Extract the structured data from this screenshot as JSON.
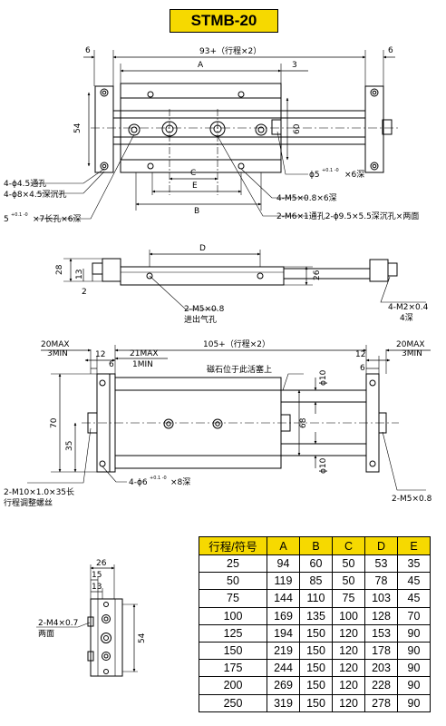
{
  "title": "STMB-20",
  "view1": {
    "dim_left": "6",
    "dim_total": "93+（行程×2）",
    "dim_right": "6",
    "dim_a": "A",
    "dim_3": "3",
    "dim_54": "54",
    "dim_60": "60",
    "dim_c": "C",
    "dim_e": "E",
    "dim_b": "B",
    "note_hole_a": "4-ϕ4.5通孔",
    "note_hole_b": "4-ϕ8×4.5深沉孔",
    "note_slot": "5",
    "note_slot_tol": "+0.1 -0",
    "note_slot_rest": "×7长孔×6深",
    "note_pin": "ϕ5",
    "note_pin_tol": "+0.1 -0",
    "note_pin_rest": "×6深",
    "note_m5": "4-M5×0.8×6深",
    "note_m6": "2-M6×1通孔2-ϕ9.5×5.5深沉孔×两面"
  },
  "view2": {
    "dim_d": "D",
    "dim_28": "28",
    "dim_2": "2",
    "dim_13": "13",
    "dim_26": "26",
    "note_port_a": "2-M5×0.8",
    "note_port_b": "进出气孔",
    "note_m2_a": "4-M2×0.4",
    "note_m2_b": "4深"
  },
  "view3": {
    "max_l": "20MAX",
    "min_l": "3MIN",
    "max_r": "20MAX",
    "min_r": "3MIN",
    "dim_12l": "12",
    "dim_6l": "6",
    "dim_21": "21MAX",
    "dim_1min": "1MIN",
    "dim_total": "105+（行程×2）",
    "dim_12r": "12",
    "dim_6r": "6",
    "dim_70": "70",
    "dim_35": "35",
    "dim_68": "68",
    "dim_phi10a": "ϕ10",
    "dim_phi10b": "ϕ10",
    "note_magnet": "磁石位于此活塞上",
    "note_phi6": "4-ϕ6",
    "note_phi6_tol": "+0.1 -0",
    "note_phi6_rest": "×8深",
    "note_m10_a": "2-M10×1.0×35长",
    "note_m10_b": "行程调整螺丝",
    "note_m5": "2-M5×0.8"
  },
  "view4": {
    "dim_26": "26",
    "dim_15": "15",
    "dim_13": "13",
    "dim_54": "54",
    "note_a": "2-M4×0.7",
    "note_b": "两面"
  },
  "table": {
    "headers": [
      "行程/符号",
      "A",
      "B",
      "C",
      "D",
      "E"
    ],
    "rows": [
      [
        "25",
        "94",
        "60",
        "50",
        "53",
        "35"
      ],
      [
        "50",
        "119",
        "85",
        "50",
        "78",
        "45"
      ],
      [
        "75",
        "144",
        "110",
        "75",
        "103",
        "45"
      ],
      [
        "100",
        "169",
        "135",
        "100",
        "128",
        "70"
      ],
      [
        "125",
        "194",
        "150",
        "120",
        "153",
        "90"
      ],
      [
        "150",
        "219",
        "150",
        "120",
        "178",
        "90"
      ],
      [
        "175",
        "244",
        "150",
        "120",
        "203",
        "90"
      ],
      [
        "200",
        "269",
        "150",
        "120",
        "228",
        "90"
      ],
      [
        "250",
        "319",
        "150",
        "120",
        "278",
        "90"
      ]
    ]
  },
  "colors": {
    "title_bg": "#f6d900",
    "header_bg": "#f6d900",
    "ink": "#000000"
  }
}
